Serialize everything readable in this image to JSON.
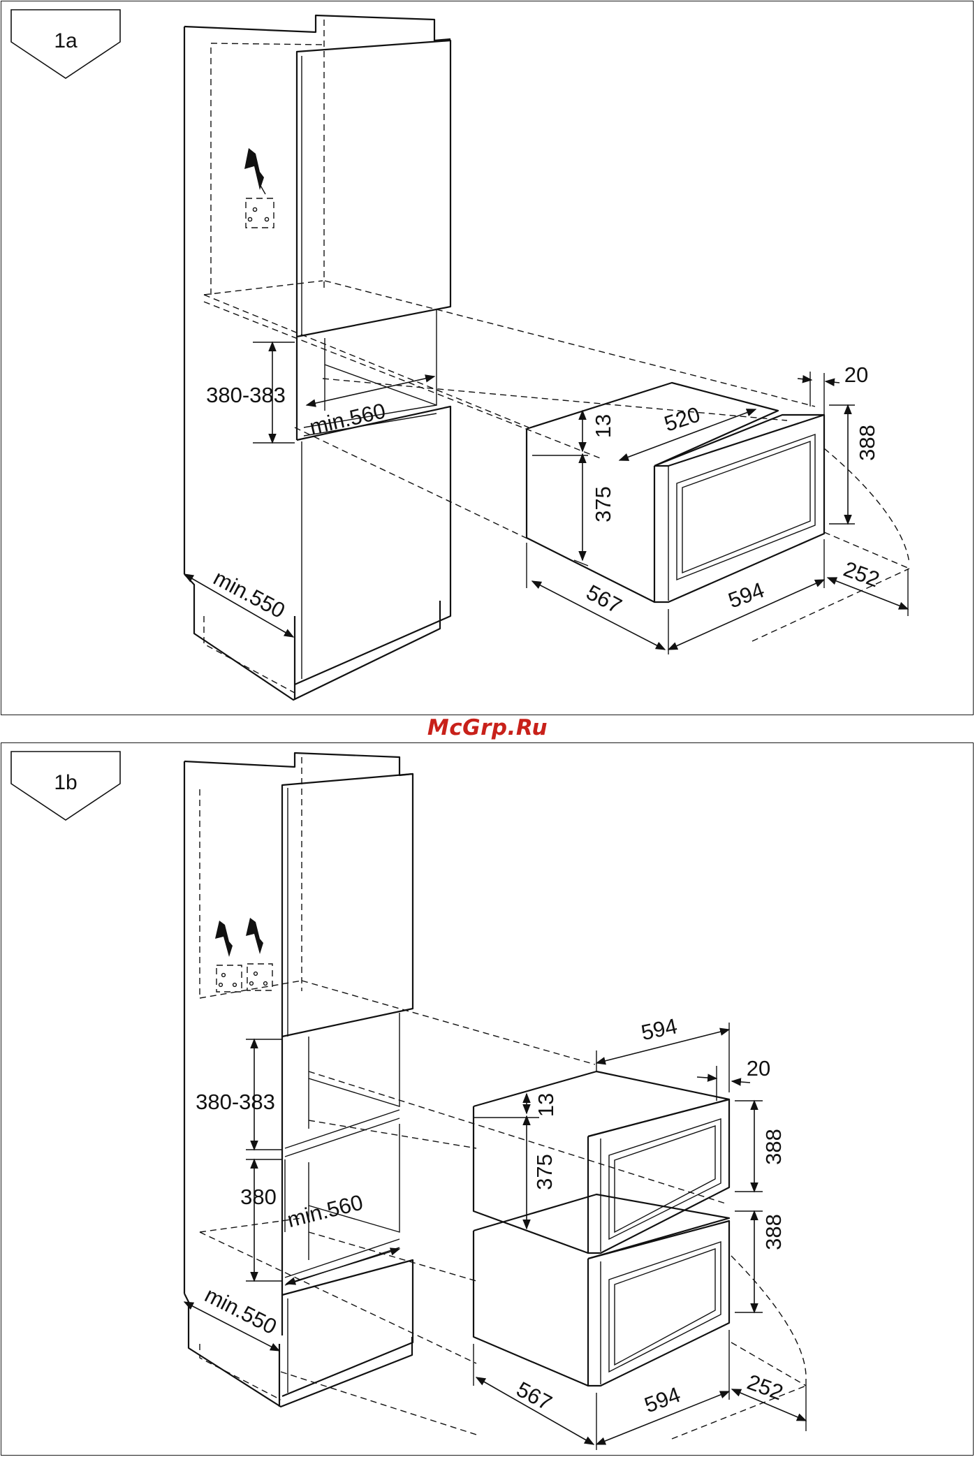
{
  "watermark": "McGrp.Ru",
  "figure_a": {
    "badge": "1a",
    "dims": {
      "niche_height": "380-383",
      "niche_width": "min.560",
      "cabinet_depth": "min.550",
      "top_gap": "13",
      "inner_depth": "520",
      "front_thickness": "20",
      "front_height": "388",
      "body_height": "375",
      "body_depth": "567",
      "front_width": "594",
      "door_swing": "252"
    }
  },
  "figure_b": {
    "badge": "1b",
    "dims": {
      "niche_height": "380-383",
      "lower_niche_height": "380",
      "niche_width": "min.560",
      "cabinet_depth": "min.550",
      "top_width": "594",
      "front_thickness": "20",
      "top_gap": "13",
      "body_height": "375",
      "front_height_upper": "388",
      "front_height_lower": "388",
      "body_depth": "567",
      "front_width": "594",
      "door_swing": "252"
    }
  }
}
